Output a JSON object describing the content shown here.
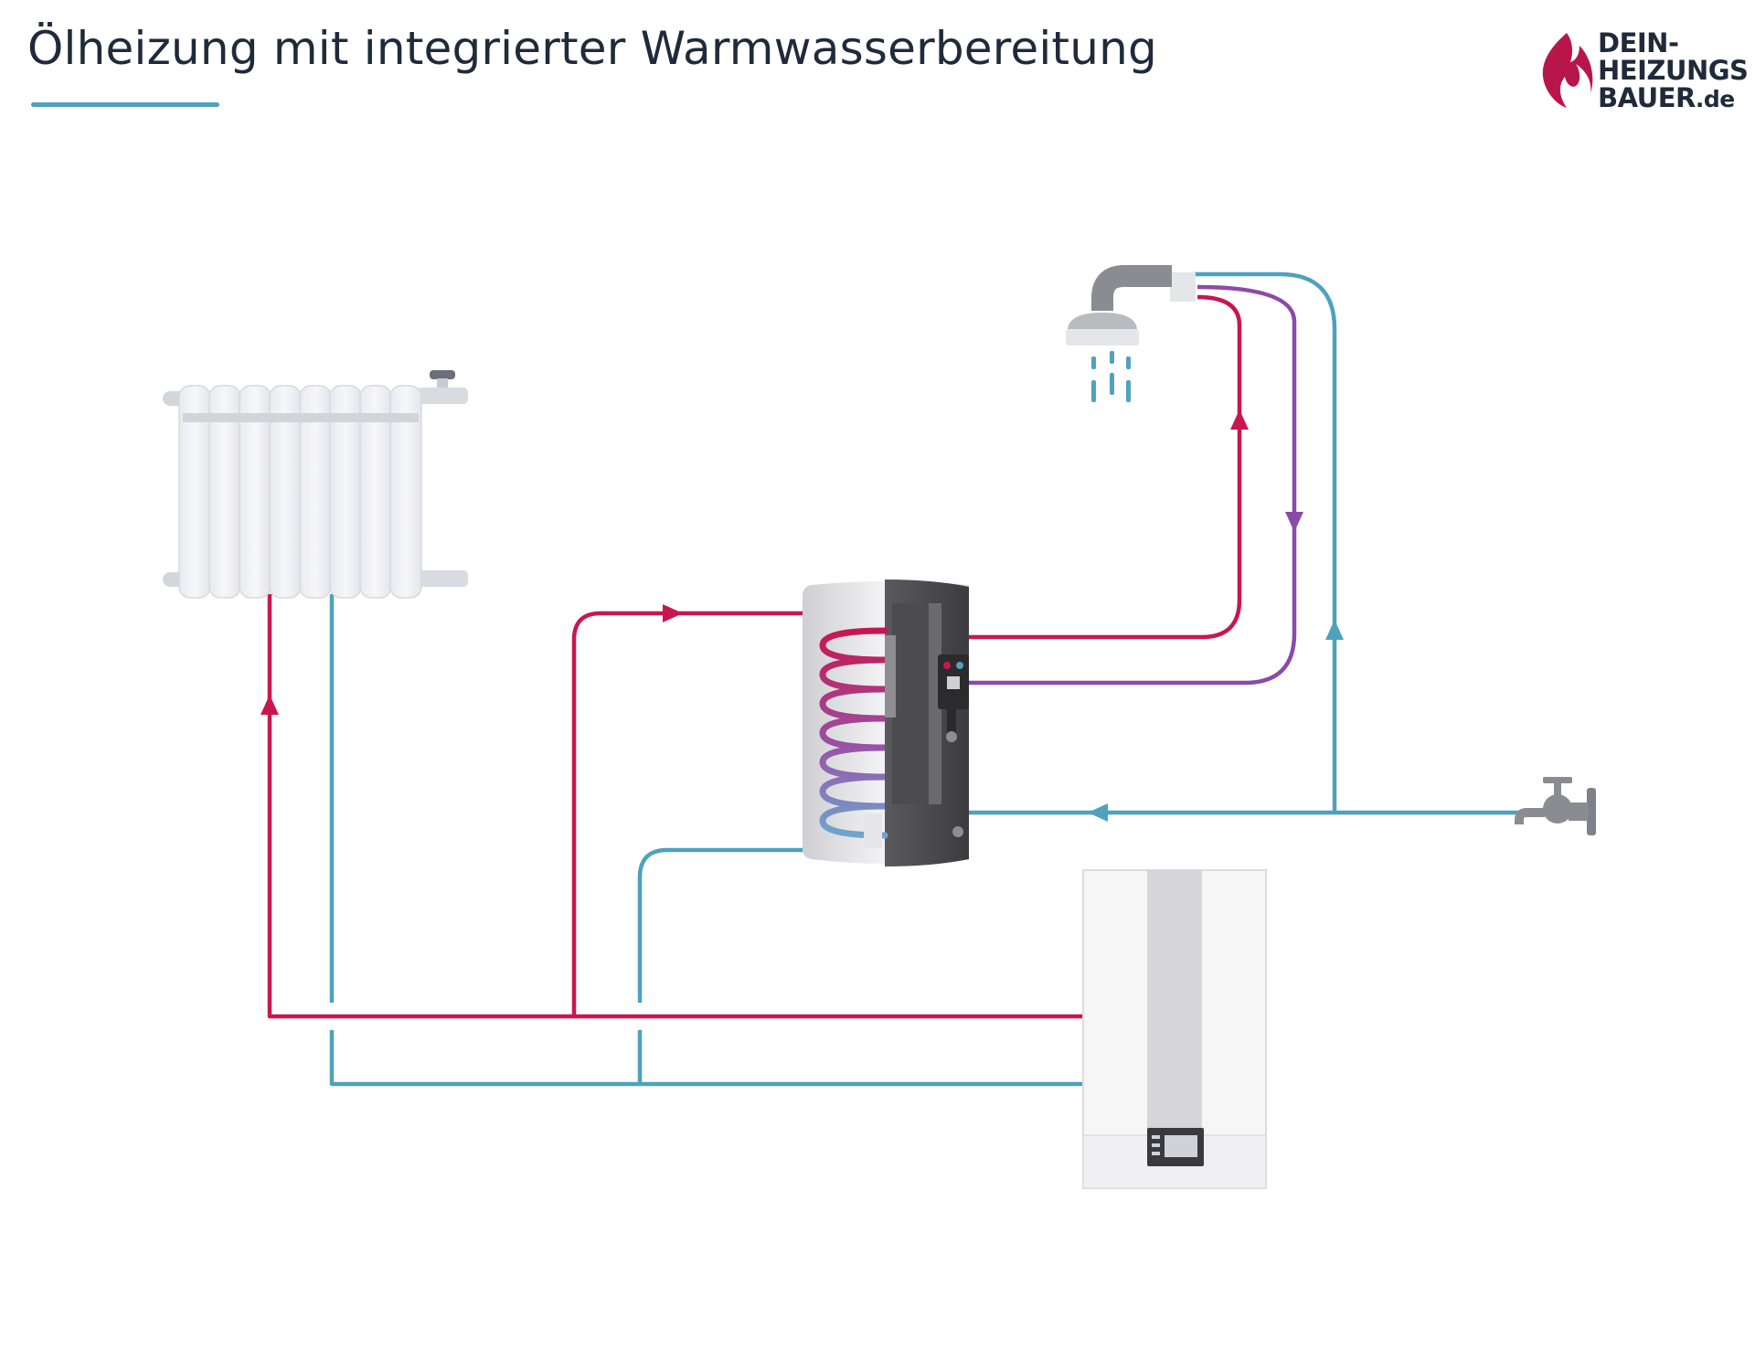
{
  "title": "Ölheizung mit integrierter Warmwasserbereitung",
  "logo": {
    "line1": "DEIN-",
    "line2": "HEIZUNGS",
    "line3": "BAUER",
    "line3_suffix": ".de"
  },
  "colors": {
    "hot_pipe": "#c8174f",
    "cold_pipe": "#4fa1be",
    "circulation_pipe": "#8a4ba8",
    "accent_underline": "#4fa1be",
    "logo_red": "#b8164a",
    "text": "#1f2a3a"
  },
  "components": {
    "radiator": "radiator-icon",
    "storage_tank": "hot-water-tank-icon",
    "boiler": "oil-boiler-icon",
    "shower": "shower-head-icon",
    "tap": "water-tap-icon"
  }
}
